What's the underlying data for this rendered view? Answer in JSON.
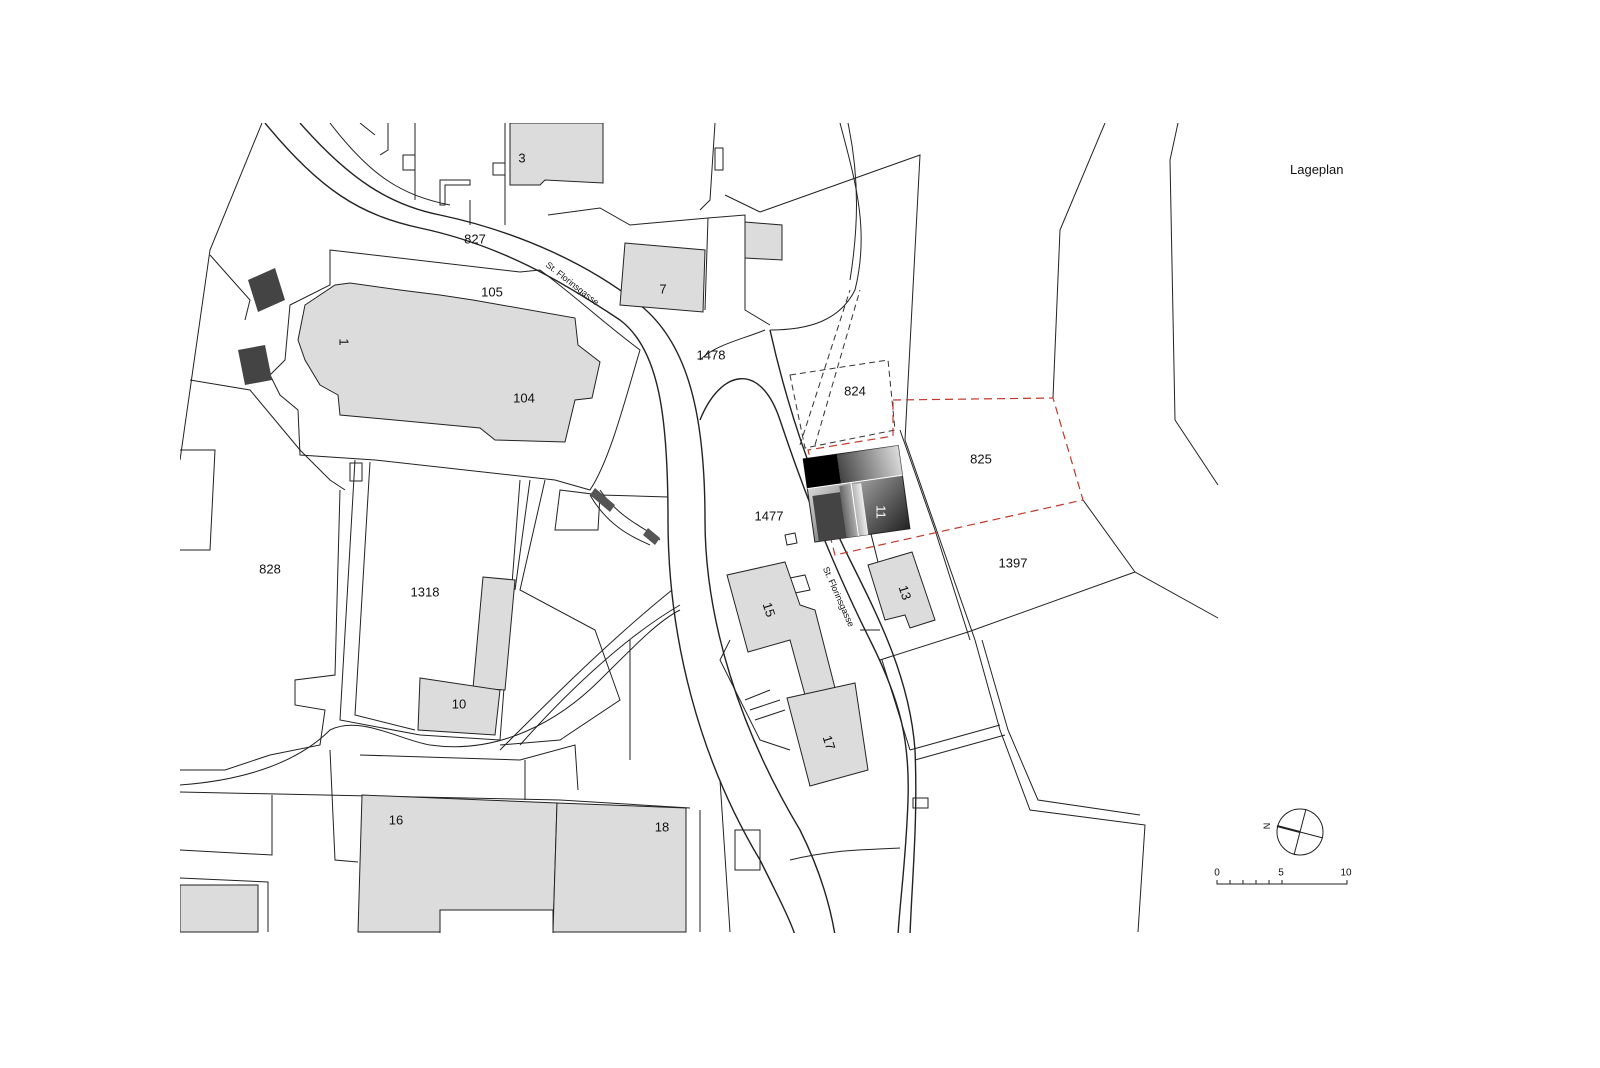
{
  "title": "Lageplan",
  "street_name": "St. Florinsgasse",
  "parcels": {
    "p827": "827",
    "p105": "105",
    "p104": "104",
    "p1478": "1478",
    "p824": "824",
    "p825": "825",
    "p1477": "1477",
    "p1397": "1397",
    "p828": "828",
    "p1318": "1318"
  },
  "buildings": {
    "b1": "1",
    "b3": "3",
    "b7": "7",
    "b10": "10",
    "b11": "11",
    "b13": "13",
    "b15": "15",
    "b16": "16",
    "b17": "17",
    "b18": "18"
  },
  "north_label": "N",
  "scale": {
    "ticks": [
      "0",
      "5",
      "10"
    ]
  },
  "colors": {
    "building": "#dcdcdc",
    "project_boundary": "#c0392b"
  }
}
